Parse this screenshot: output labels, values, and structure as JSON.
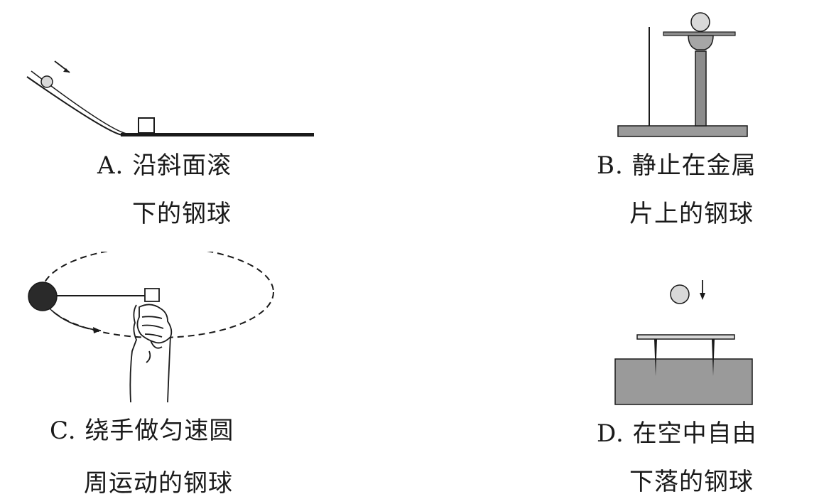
{
  "options": [
    {
      "letter": "A.",
      "caption_line1": "沿斜面滚",
      "caption_line2": "下的钢球"
    },
    {
      "letter": "B.",
      "caption_line1": "静止在金属",
      "caption_line2": "片上的钢球"
    },
    {
      "letter": "C.",
      "caption_line1": "绕手做匀速圆",
      "caption_line2": "周运动的钢球"
    },
    {
      "letter": "D.",
      "caption_line1": "在空中自由",
      "caption_line2": "下落的钢球"
    }
  ],
  "colors": {
    "ink": "#1a1a1a",
    "ball": "#d9d9d9",
    "dark_ball": "#2a2a2a",
    "gray_fill": "#8c8c8c",
    "light_fill": "#a6a6a6",
    "base_fill": "#9a9a9a"
  }
}
